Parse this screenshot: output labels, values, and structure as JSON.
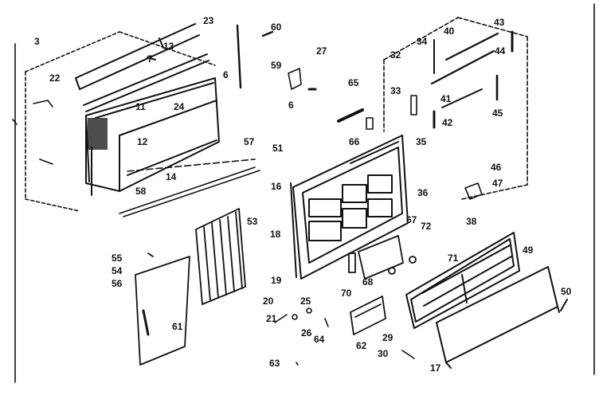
{
  "diagram": {
    "ink_color": "#111111",
    "background_color": "#ffffff",
    "callouts": [
      "3",
      "22",
      "23",
      "13",
      "7",
      "6",
      "60",
      "59",
      "27",
      "32",
      "34",
      "40",
      "43",
      "44",
      "11",
      "24",
      "65",
      "33",
      "41",
      "45",
      "12",
      "6",
      "66",
      "51",
      "35",
      "57",
      "42",
      "14",
      "58",
      "16",
      "46",
      "36",
      "47",
      "53",
      "38",
      "18",
      "67",
      "72",
      "55",
      "54",
      "56",
      "19",
      "70",
      "68",
      "71",
      "49",
      "20",
      "25",
      "21",
      "26",
      "64",
      "61",
      "62",
      "29",
      "30",
      "17",
      "50",
      "63"
    ]
  }
}
